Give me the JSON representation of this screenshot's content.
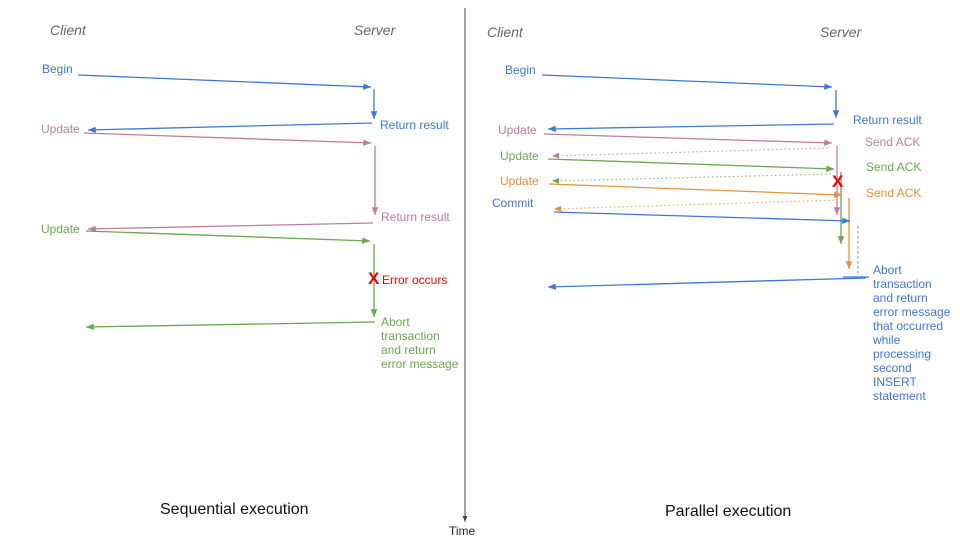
{
  "colors": {
    "blue": "#3c78d8",
    "pink": "#c27ba0",
    "green": "#6aa84f",
    "orange": "#e69138",
    "red": "#ff0000",
    "ack_pink_dotted": "#d5a6bd",
    "ack_green_dotted": "#93c47d",
    "ack_orange_dotted": "#f6b26b",
    "dashed_blue": "#6d9eeb",
    "axis_gray": "#444444",
    "header_gray": "#666666"
  },
  "time_axis": {
    "label": "Time"
  },
  "sequential": {
    "caption": "Sequential execution",
    "client_header": "Client",
    "server_header": "Server",
    "labels": {
      "begin": "Begin",
      "return_result_1": "Return result",
      "update_1": "Update",
      "return_result_2": "Return result",
      "update_2": "Update",
      "error_x": "X",
      "error_occurs": "Error occurs",
      "abort": "Abort\ntransaction\nand return\nerror message"
    }
  },
  "parallel": {
    "caption": "Parallel execution",
    "client_header": "Client",
    "server_header": "Server",
    "labels": {
      "begin": "Begin",
      "return_result": "Return result",
      "update_1": "Update",
      "send_ack_1": "Send ACK",
      "update_2": "Update",
      "send_ack_2": "Send ACK",
      "update_3": "Update",
      "send_ack_3": "Send ACK",
      "error_x": "X",
      "commit": "Commit",
      "abort": "Abort\ntransaction\nand return\nerror message\nthat occurred\nwhile\nprocessing\nsecond\nINSERT\nstatement"
    }
  }
}
